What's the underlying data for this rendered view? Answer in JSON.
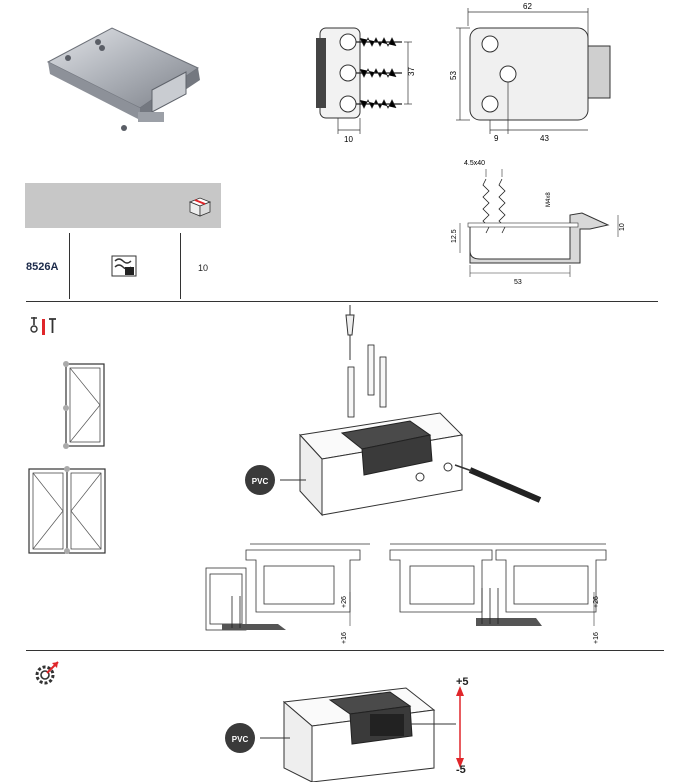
{
  "product": {
    "code": "8526A",
    "quantity": "10"
  },
  "dimensions": {
    "width": "62",
    "height": "53",
    "screw_span": "37",
    "depth": "10",
    "offset_left": "9",
    "offset_right": "43",
    "screw_size": "4.5x40",
    "bolt_size": "M4x8",
    "side_height": "12.5",
    "side_length": "53",
    "side_depth": "10"
  },
  "installation": {
    "material_label": "PVC",
    "gap_top": "+26",
    "gap_bottom": "+16"
  },
  "adjustment": {
    "material_label": "PVC",
    "plus": "+5",
    "minus": "-5"
  },
  "colors": {
    "gray_box": "#c7c7c7",
    "navy": "#1c2a4a",
    "red_arrow": "#e0262a"
  },
  "icons": [
    "package-icon",
    "glazing-icon",
    "tools-icon",
    "adjust-gear-icon"
  ]
}
